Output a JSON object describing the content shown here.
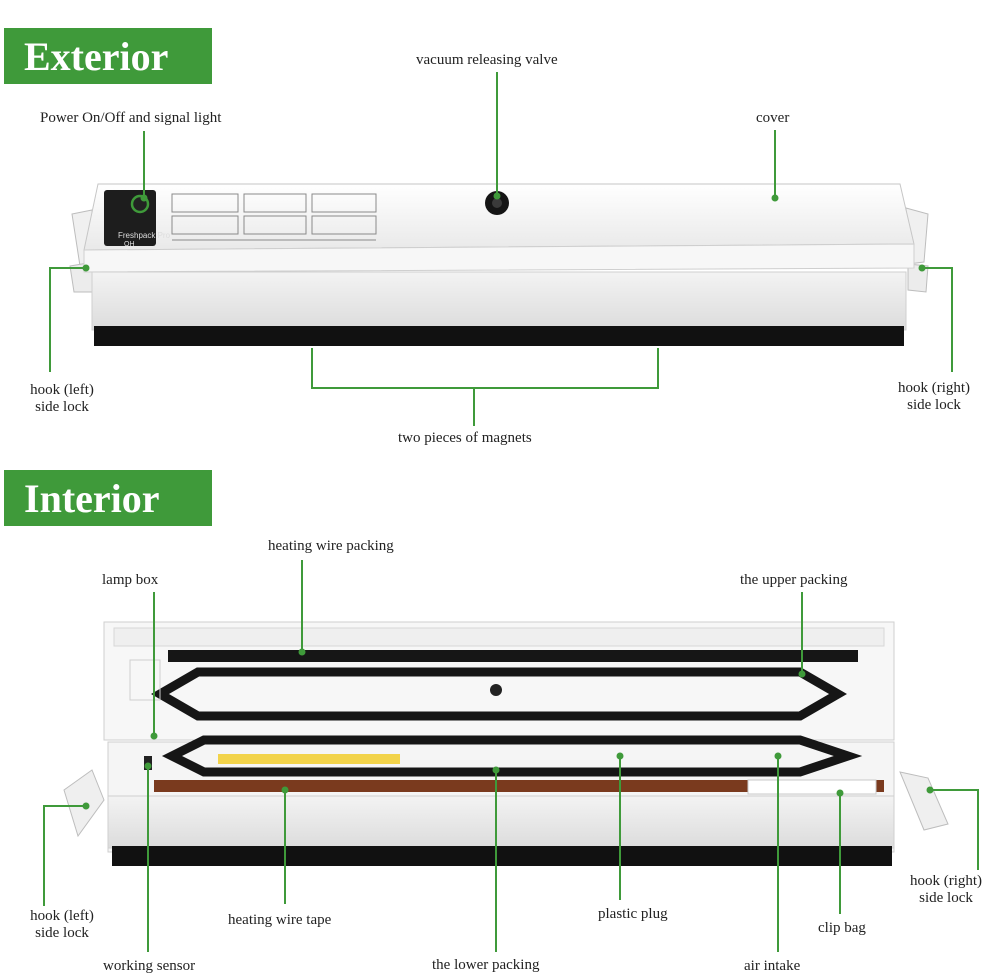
{
  "sections": {
    "exterior": "Exterior",
    "interior": "Interior"
  },
  "device_text": {
    "brand": "Freshpack Pro",
    "button": "OH"
  },
  "exterior_labels": {
    "vacuum_valve": "vacuum releasing valve",
    "power": "Power On/Off and signal light",
    "cover": "cover",
    "hook_left_1": "hook (left)",
    "hook_left_2": "side lock",
    "hook_right_1": "hook (right)",
    "hook_right_2": "side lock",
    "magnets": "two pieces of magnets"
  },
  "interior_labels": {
    "heating_wire_packing": "heating wire packing",
    "lamp_box": "lamp box",
    "upper_packing": "the upper packing",
    "hook_left_1": "hook (left)",
    "hook_left_2": "side lock",
    "hook_right_1": "hook (right)",
    "hook_right_2": "side lock",
    "heating_wire_tape": "heating wire tape",
    "plastic_plug": "plastic plug",
    "clip_bag": "clip bag",
    "working_sensor": "working sensor",
    "lower_packing": "the lower packing",
    "air_intake": "air intake"
  },
  "colors": {
    "accent": "#3f9a3a",
    "leader_line": "#3f9a3a",
    "device_body": "#f4f4f4",
    "device_base": "#111111",
    "gasket": "#161616",
    "heating_tape": "#7a3a1e"
  }
}
